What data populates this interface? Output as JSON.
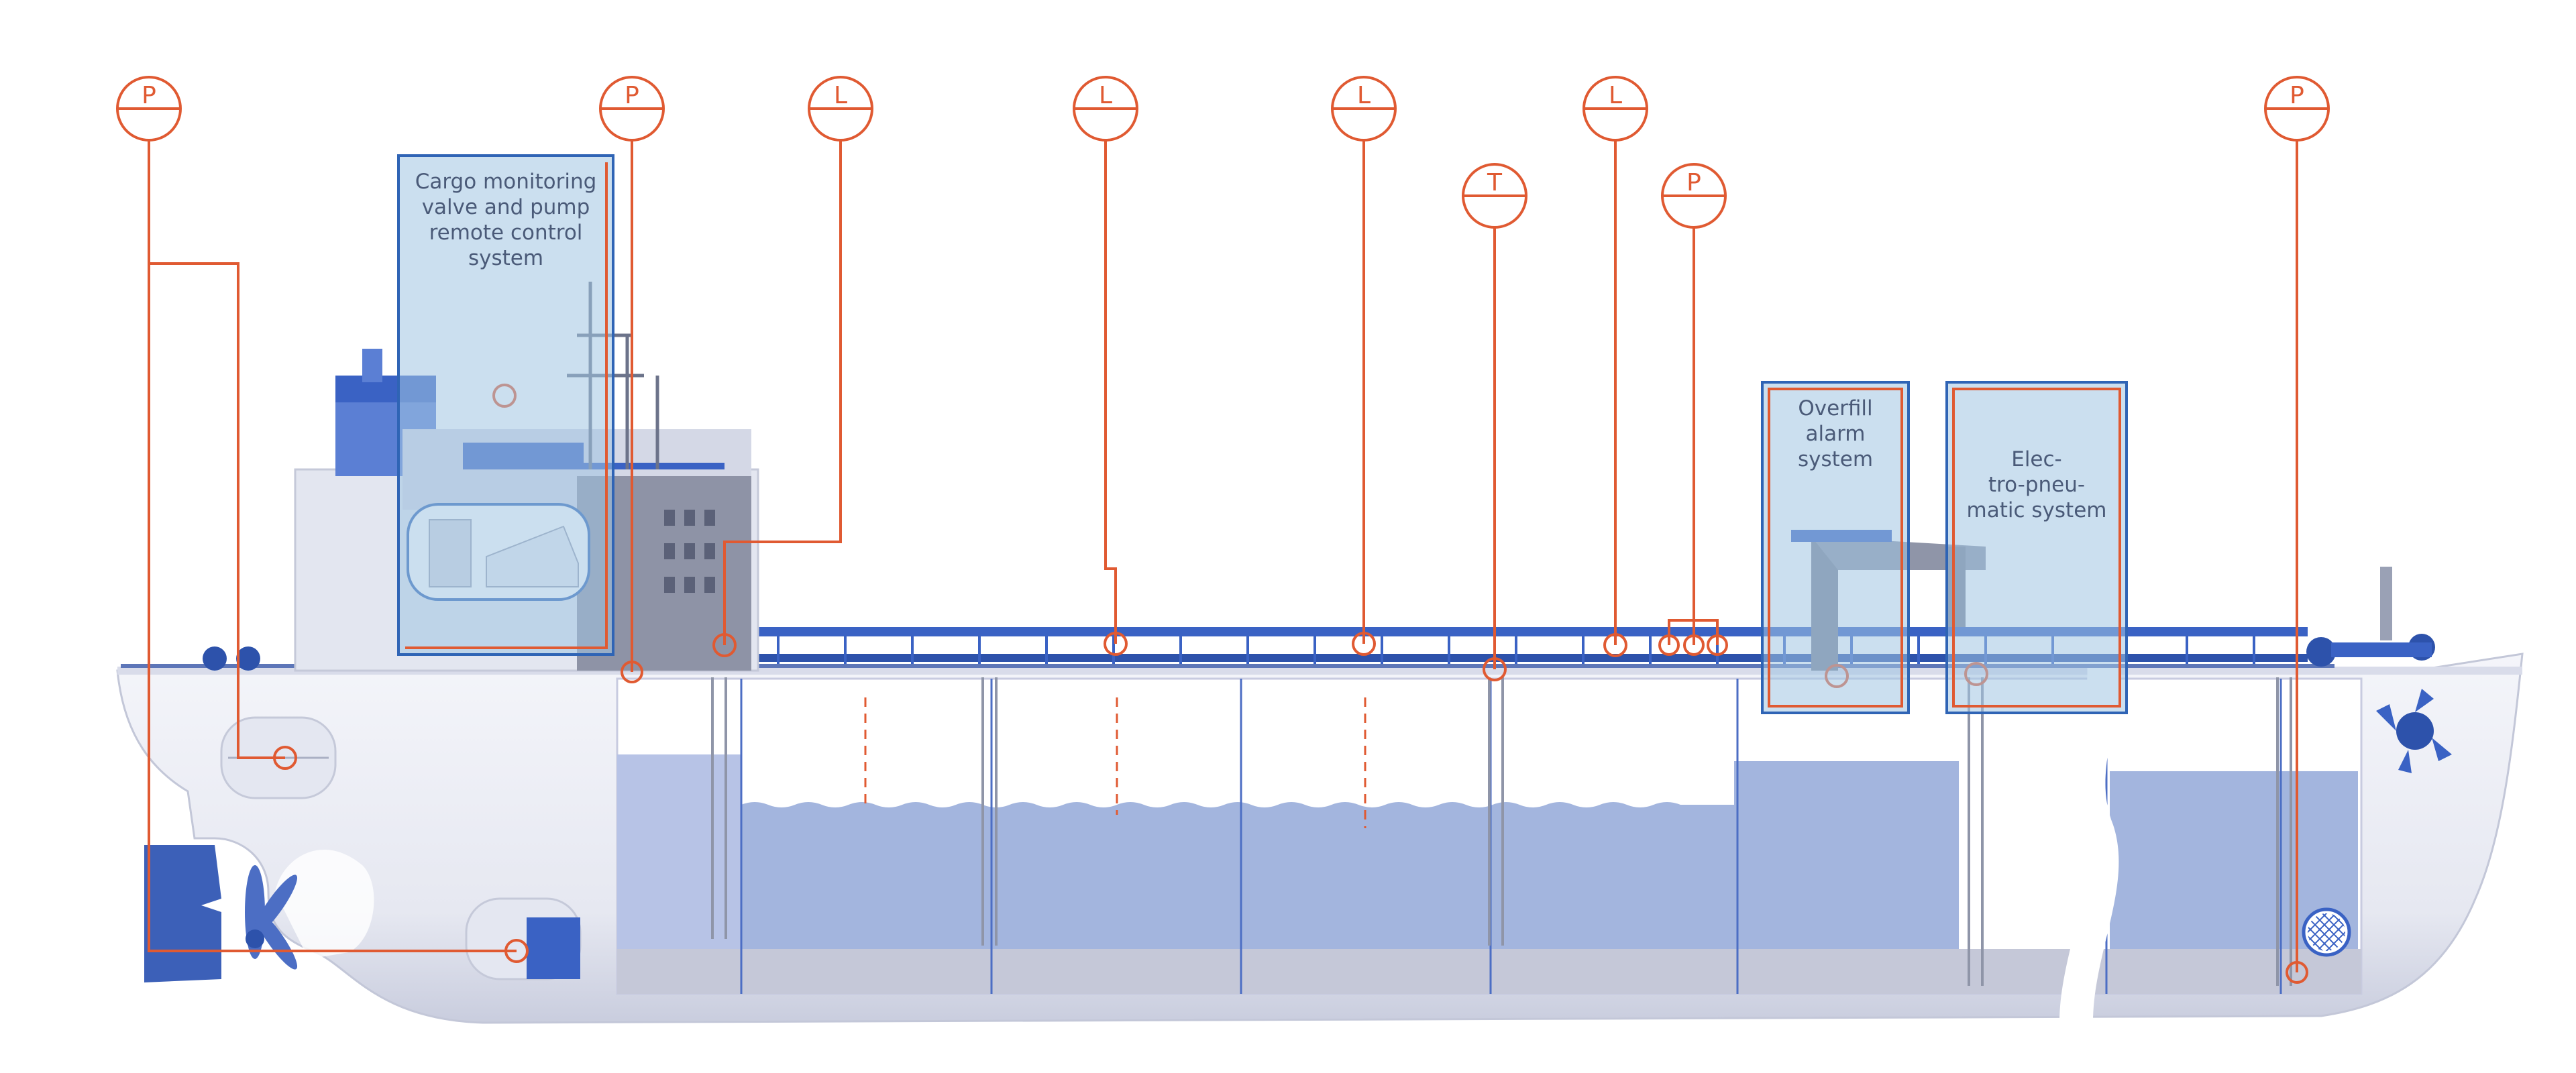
{
  "colors": {
    "accent_orange": "#e05a32",
    "hull_white": "#eef0f6",
    "deck_blue": "#3a62c4",
    "water_blue": "#a3b5de",
    "callout_fill": "#b8d3ea",
    "callout_border": "#2f64b5",
    "text_gray": "#4a5a78"
  },
  "markers": [
    {
      "id": "p1",
      "letter": "P"
    },
    {
      "id": "p2",
      "letter": "P"
    },
    {
      "id": "l1",
      "letter": "L"
    },
    {
      "id": "l2",
      "letter": "L"
    },
    {
      "id": "l3",
      "letter": "L"
    },
    {
      "id": "t1",
      "letter": "T"
    },
    {
      "id": "l4",
      "letter": "L"
    },
    {
      "id": "p3",
      "letter": "P"
    },
    {
      "id": "p4",
      "letter": "P"
    }
  ],
  "callouts": {
    "cargo_monitoring": "Cargo monitoring valve and pump remote control system",
    "overfill": "Overfill alarm system",
    "electro_pneumatic": "Elec-\ntro-pneu-\nmatic system"
  },
  "icons": [
    "propeller-icon",
    "bow-thruster-icon",
    "control-console-icon",
    "crane-icon",
    "radar-mast-icon"
  ]
}
